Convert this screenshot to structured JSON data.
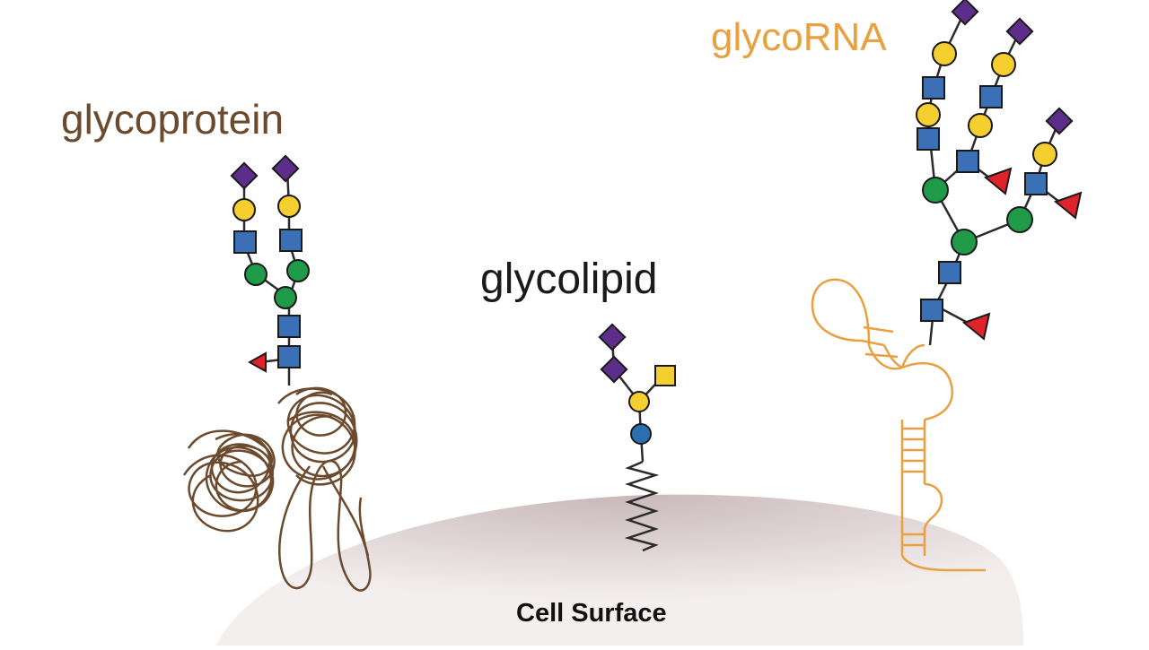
{
  "labels": {
    "glycoprotein": "glycoprotein",
    "glycolipid": "glycolipid",
    "glycorna": "glycoRNA",
    "cell_surface": "Cell Surface"
  },
  "colors": {
    "sialic_acid": "#5c2d8a",
    "galactose": "#f5cf30",
    "glcnac": "#3b6fb6",
    "mannose": "#1f9a48",
    "fucose": "#e0232a",
    "glucose": "#2a6fb0",
    "galnac": "#f5cf30",
    "protein": "#6b4a2e",
    "rna": "#e8a040",
    "membrane": "#dccfd1",
    "link": "#2b2b2b"
  }
}
